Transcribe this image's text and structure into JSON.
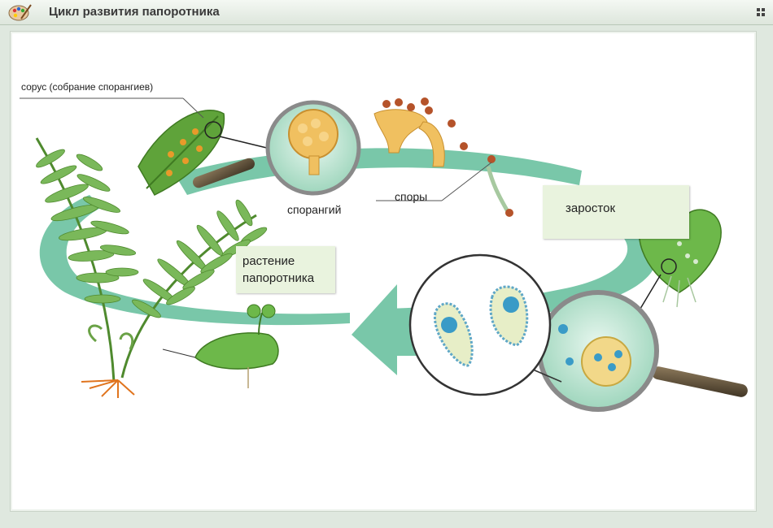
{
  "window": {
    "title": "Цикл развития папоротника"
  },
  "labels": {
    "sorus": "сорус (собрание спорангиев)",
    "sporangium": "спорангий",
    "spores": "споры",
    "prothallus": "заросток",
    "plant_line1": "растение",
    "plant_line2": "папоротника"
  },
  "colors": {
    "cycle_arrow": "#79c7a9",
    "label_box": "#e9f3de",
    "title_bar": "#e4ece3"
  }
}
